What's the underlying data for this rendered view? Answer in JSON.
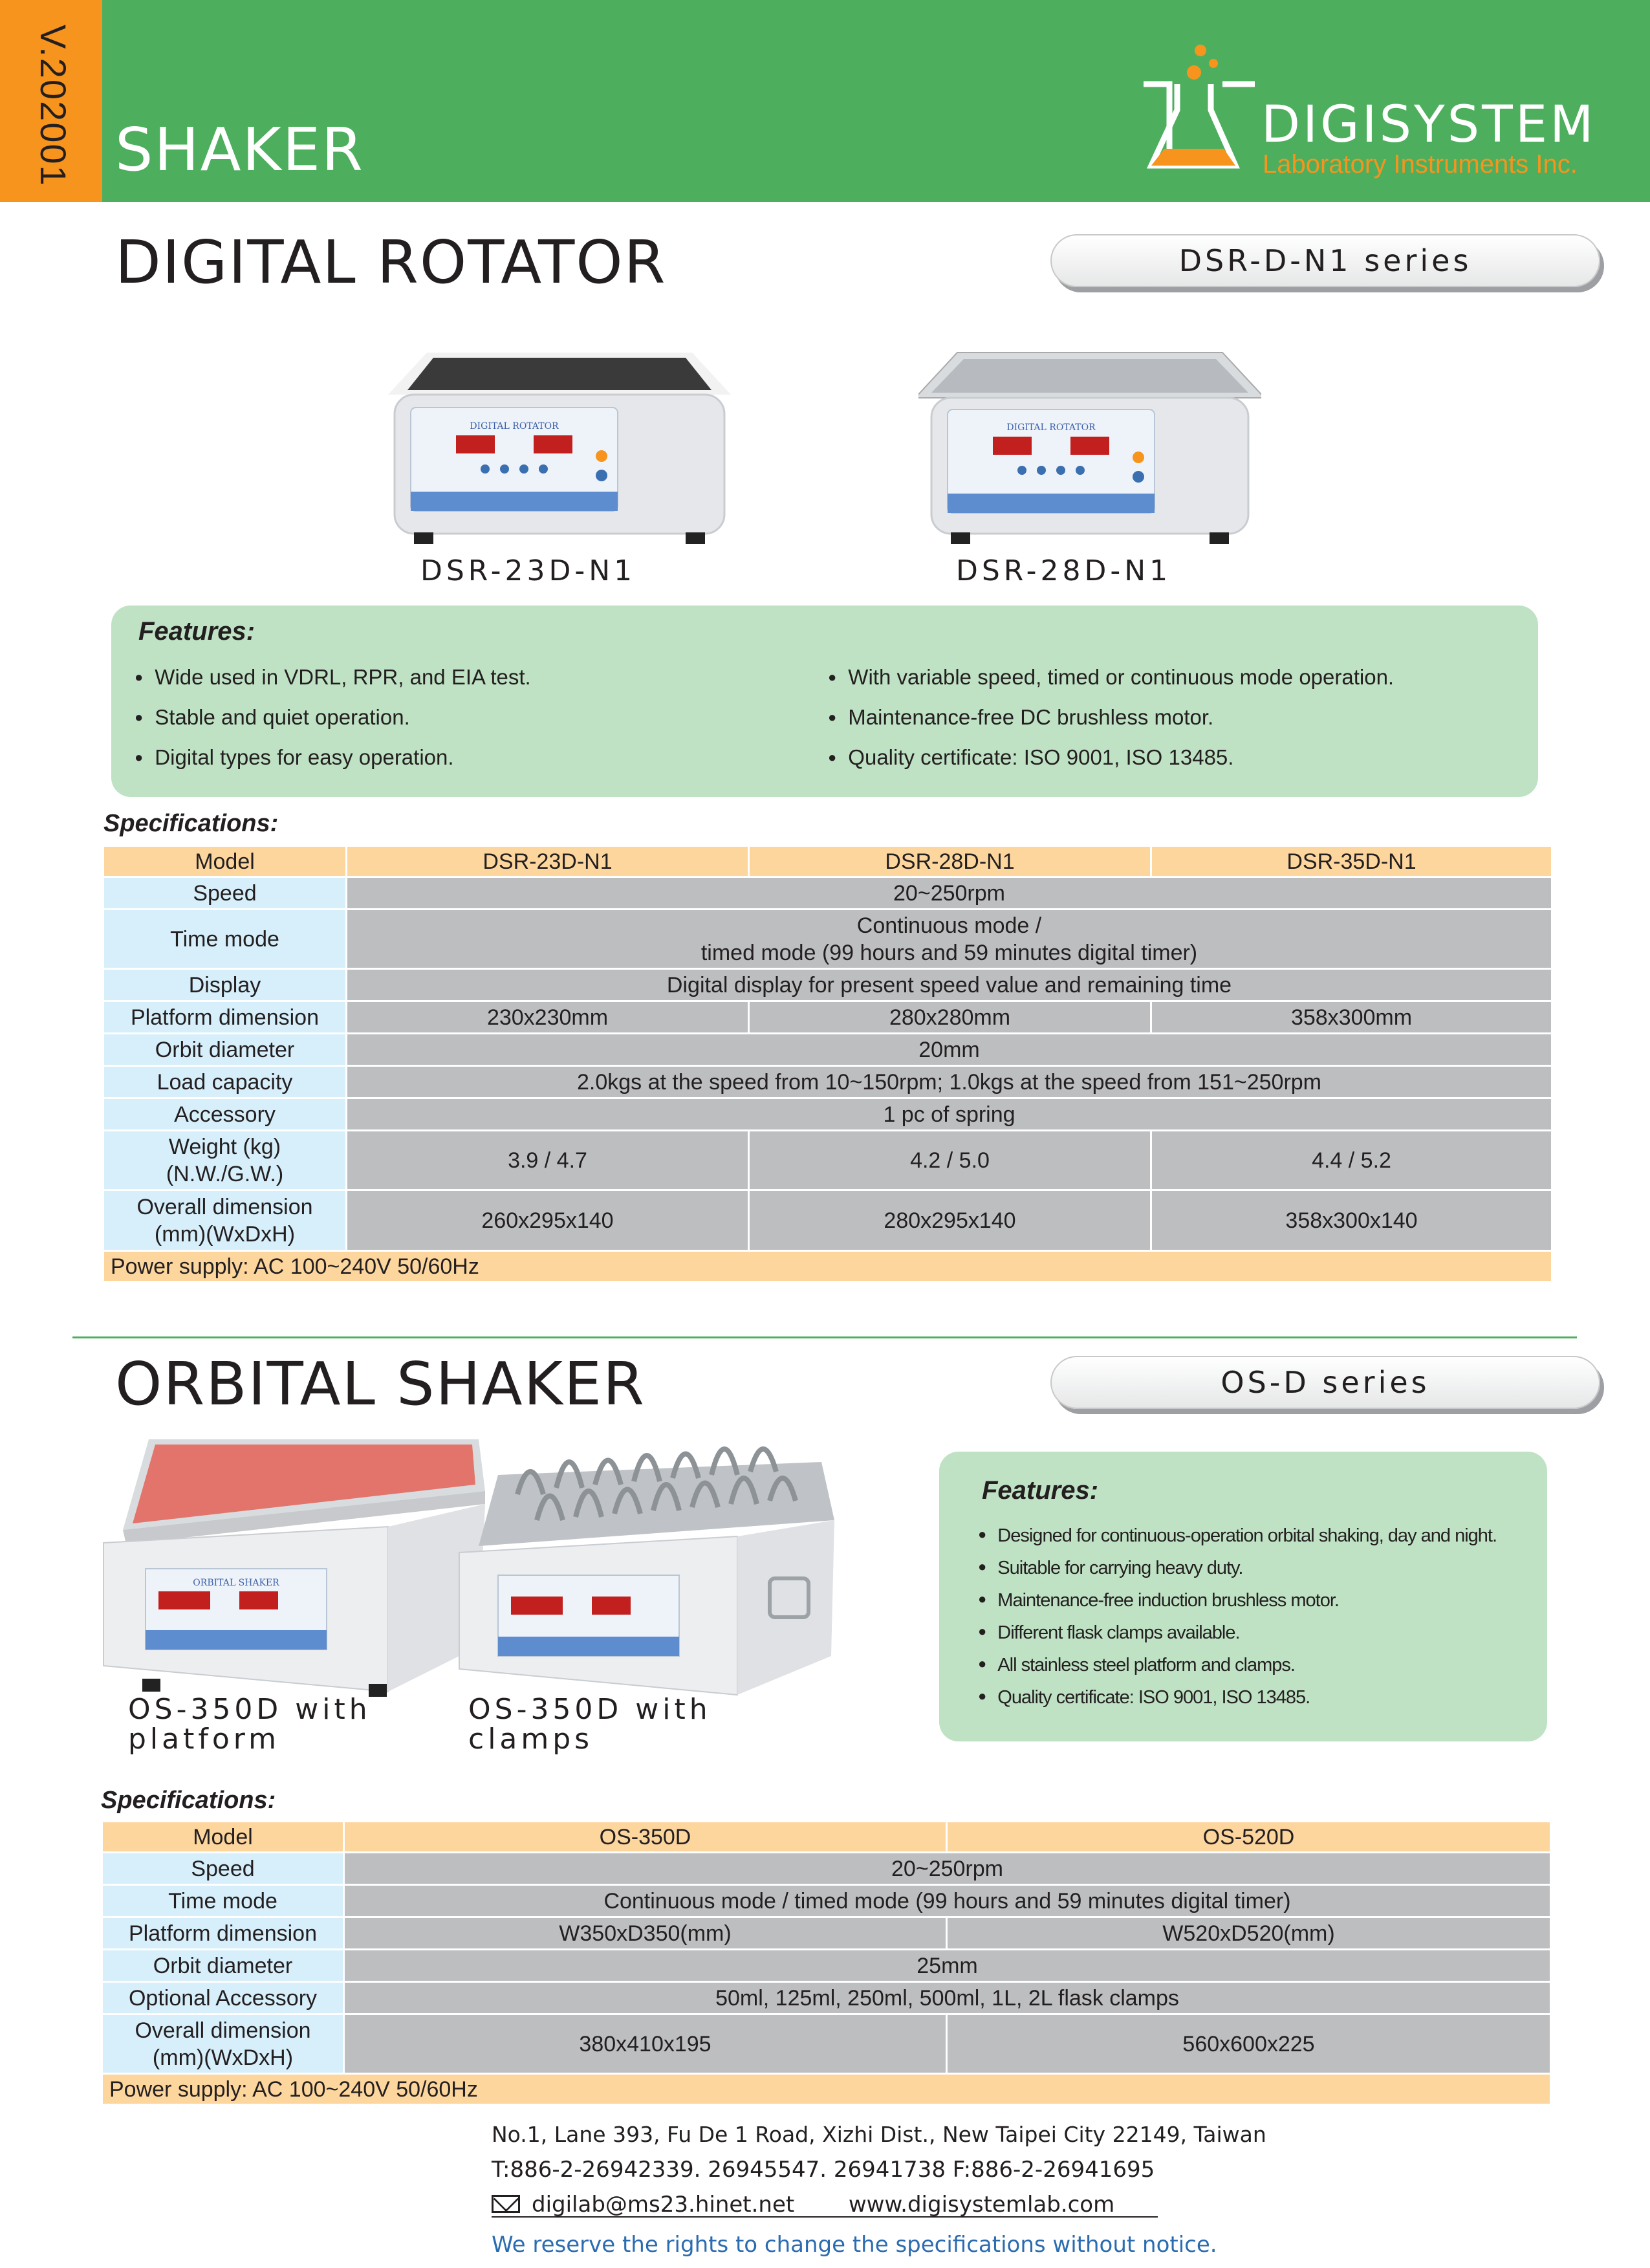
{
  "header": {
    "version": "V.202001",
    "section": "SHAKER",
    "logo_name": "DIGISYSTEM",
    "logo_sub": "Laboratory Instruments Inc."
  },
  "rotator": {
    "title": "DIGITAL ROTATOR",
    "series": "DSR-D-N1 series",
    "image_captions": [
      "DSR-23D-N1",
      "DSR-28D-N1"
    ],
    "device_label": "DIGITAL ROTATOR",
    "features_title": "Features:",
    "features_left": [
      "Wide used in VDRL, RPR, and EIA test.",
      "Stable and quiet operation.",
      "Digital types for easy operation."
    ],
    "features_right": [
      "With variable speed, timed  or continuous mode operation.",
      "Maintenance-free DC brushless motor.",
      "Quality certificate: ISO 9001, ISO 13485."
    ],
    "spec_title": "Specifications:",
    "table": {
      "model_label": "Model",
      "models": [
        "DSR-23D-N1",
        "DSR-28D-N1",
        "DSR-35D-N1"
      ],
      "speed_label": "Speed",
      "speed": "20~250rpm",
      "time_label": "Time mode",
      "time_line1": "Continuous mode /",
      "time_line2": "timed mode (99 hours and 59 minutes digital timer)",
      "display_label": "Display",
      "display": "Digital display for present speed value and remaining time",
      "platform_label": "Platform dimension",
      "platform": [
        "230x230mm",
        "280x280mm",
        "358x300mm"
      ],
      "orbit_label": "Orbit diameter",
      "orbit": "20mm",
      "load_label": "Load capacity",
      "load": "2.0kgs at the speed from 10~150rpm; 1.0kgs at the speed from 151~250rpm",
      "accessory_label": "Accessory",
      "accessory": "1 pc of spring",
      "weight_label_1": "Weight (kg)",
      "weight_label_2": "(N.W./G.W.)",
      "weight": [
        "3.9 / 4.7",
        "4.2 / 5.0",
        "4.4 / 5.2"
      ],
      "overall_label_1": "Overall dimension",
      "overall_label_2": "(mm)(WxDxH)",
      "overall": [
        "260x295x140",
        "280x295x140",
        "358x300x140"
      ],
      "power": "Power supply: AC 100~240V 50/60Hz"
    }
  },
  "orbital": {
    "title": "ORBITAL SHAKER",
    "series": "OS-D series",
    "caption_1_line1": "OS-350D with",
    "caption_1_line2": "platform",
    "caption_2_line1": "OS-350D with",
    "caption_2_line2": "clamps",
    "device_label": "ORBITAL SHAKER",
    "features_title": "Features:",
    "features": [
      "Designed for continuous-operation orbital shaking, day and night.",
      "Suitable for carrying heavy duty.",
      "Maintenance-free induction brushless motor.",
      "Different flask clamps available.",
      "All stainless steel platform and clamps.",
      "Quality certificate: ISO 9001, ISO 13485."
    ],
    "spec_title": "Specifications:",
    "table": {
      "model_label": "Model",
      "models": [
        "OS-350D",
        "OS-520D"
      ],
      "speed_label": "Speed",
      "speed": "20~250rpm",
      "time_label": "Time mode",
      "time": "Continuous mode / timed mode (99 hours and 59 minutes digital timer)",
      "platform_label": "Platform dimension",
      "platform": [
        "W350xD350(mm)",
        "W520xD520(mm)"
      ],
      "orbit_label": "Orbit diameter",
      "orbit": "25mm",
      "accessory_label": "Optional Accessory",
      "accessory": "50ml, 125ml, 250ml, 500ml, 1L, 2L flask clamps",
      "overall_label_1": "Overall dimension",
      "overall_label_2": "(mm)(WxDxH)",
      "overall": [
        "380x410x195",
        "560x600x225"
      ],
      "power": "Power supply: AC 100~240V 50/60Hz"
    }
  },
  "footer": {
    "address": "No.1, Lane 393, Fu De 1 Road, Xizhi Dist., New Taipei City 22149, Taiwan",
    "phone": "T:886-2-26942339. 26945547. 26941738  F:886-2-26941695",
    "email": "digilab@ms23.hinet.net",
    "website": "www.digisystemlab.com",
    "notice": "We reserve the rights to change the specifications without notice."
  },
  "colors": {
    "header_green": "#4daf5e",
    "version_orange": "#f7941d",
    "features_bg": "#bfe2c4",
    "table_header": "#fdd69e",
    "table_label": "#d6effa",
    "table_value": "#bcbec0",
    "notice_blue": "#2b6cb0"
  }
}
